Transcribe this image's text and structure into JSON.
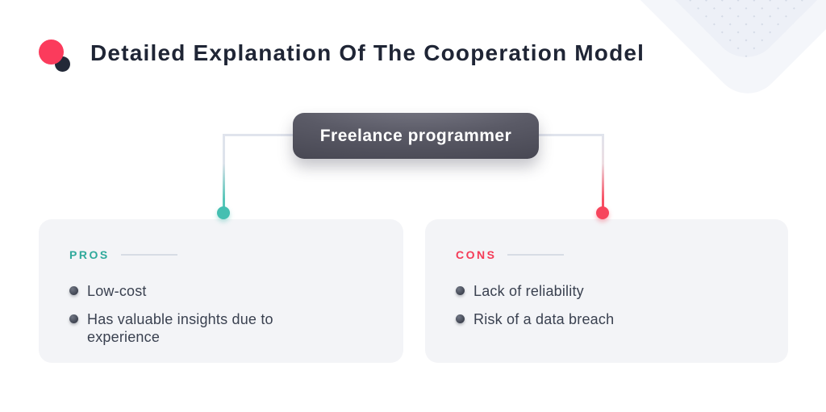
{
  "header": {
    "title": "Detailed Explanation Of The Cooperation Model"
  },
  "diagram": {
    "root": {
      "label": "Freelance programmer"
    },
    "pros": {
      "heading": "PROS",
      "items": [
        "Low-cost",
        "Has valuable insights due to experience"
      ]
    },
    "cons": {
      "heading": "CONS",
      "items": [
        "Lack of reliability",
        "Risk of a data breach"
      ]
    }
  },
  "colors": {
    "logo_primary": "#fb3b5c",
    "logo_secondary": "#232938",
    "title_text": "#1f2535",
    "root_node_gradient_light": "#7b7b88",
    "root_node_gradient_dark": "#40404b",
    "root_node_text": "#ffffff",
    "card_background": "#f3f4f7",
    "connector_line": "#e0e4ed",
    "pros_accent": "#2fa99b",
    "pros_endpoint_dot": "#45bfb1",
    "cons_accent": "#f43b57",
    "cons_endpoint_dot": "#f7455c",
    "item_text": "#3a4150",
    "bullet": "#3c414e",
    "heading_rule": "#d7dce5",
    "corner_decoration": "#edf0f7"
  }
}
